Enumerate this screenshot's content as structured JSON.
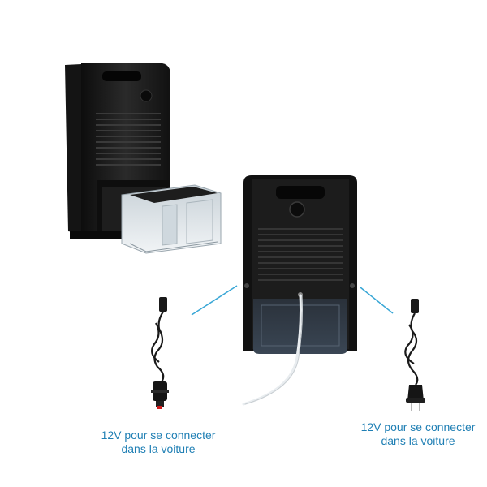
{
  "captions": {
    "left": {
      "line1": "12V pour se connecter",
      "line2": "dans la voiture"
    },
    "right": {
      "line1": "12V pour se connecter",
      "line2": "dans la voiture"
    }
  },
  "colors": {
    "caption_text": "#1f7fb4",
    "pointer_line": "#3aa7d6",
    "device_body": "#1b1b1b",
    "tank_clear": "#e4eaee"
  },
  "icons": {
    "left_device": "dehumidifier-with-removed-water-tank",
    "center_device": "dehumidifier-front-view",
    "left_cable": "car-cigarette-lighter-power-cord",
    "right_cable": "eu-plug-power-cord"
  }
}
